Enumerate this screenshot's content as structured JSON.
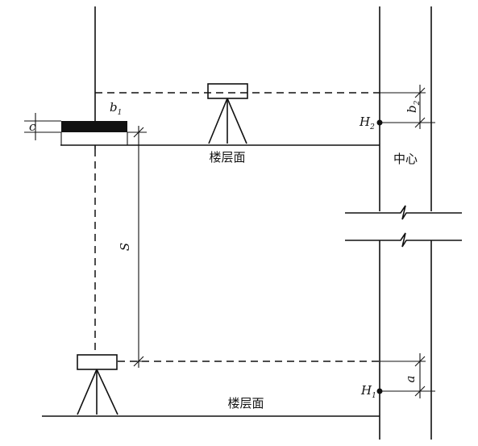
{
  "labels": {
    "floor_upper": "楼层面",
    "floor_lower": "楼层面",
    "center": "中心",
    "s": "S",
    "c": "c",
    "a": "a",
    "b1_main": "b",
    "b1_sub": "1",
    "b2_main": "b",
    "b2_sub": "2",
    "h1_main": "H",
    "h1_sub": "1",
    "h2_main": "H",
    "h2_sub": "2"
  }
}
